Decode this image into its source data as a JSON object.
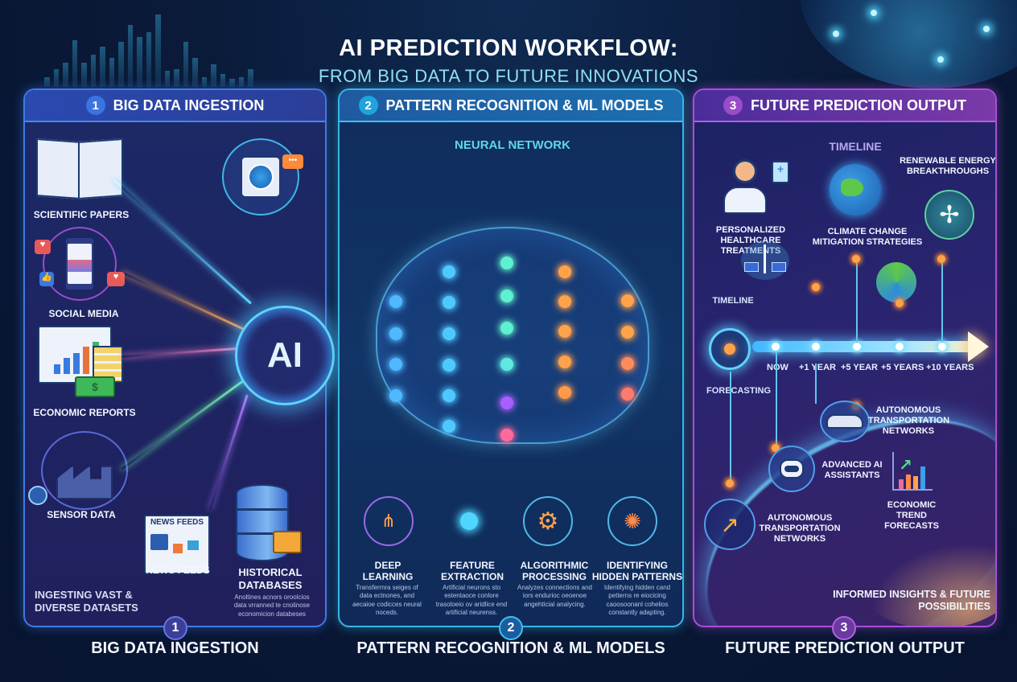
{
  "header": {
    "title": "AI PREDICTION WORKFLOW:",
    "subtitle": "FROM BIG DATA TO FUTURE INNOVATIONS"
  },
  "colors": {
    "background": "#0a1a38",
    "stage1_accent": "#3f7be0",
    "stage2_accent": "#38b6e8",
    "stage3_accent": "#a84fd6",
    "highlight_orange": "#ffa24a",
    "subtitle_cyan": "#8fe0f5"
  },
  "stages": [
    {
      "number": "1",
      "title": "BIG DATA INGESTION",
      "core_label": "AI",
      "sources": [
        {
          "label": "SCIENTIFIC PAPERS",
          "icon": "book-icon"
        },
        {
          "label": "SOCIAL MEDIA",
          "icon": "smartphone-icon"
        },
        {
          "label": "ECONOMIC REPORTS",
          "icon": "report-chart-icon"
        },
        {
          "label": "SENSOR DATA",
          "icon": "factory-sensor-icon"
        },
        {
          "label": "NEWS FEEDS",
          "icon": "newspaper-icon",
          "icon_text": "NEWS FEEDS"
        },
        {
          "label": "HISTORICAL DATABASES",
          "icon": "database-icon"
        }
      ],
      "web_icon": "browser-globe-icon",
      "historical_desc": "Anoltines acnors oroolcios data vrranned te cnolinose economicion databeses",
      "caption": "INGESTING VAST & DIVERSE DATASETS"
    },
    {
      "number": "2",
      "title": "PATTERN RECOGNITION & ML MODELS",
      "network_title": "NEURAL NETWORK",
      "methods": [
        {
          "title_line1": "DEEP",
          "title_line2": "LEARNING",
          "icon": "network-layers-icon",
          "desc": "Transfermra seiges of data ectnones, and aecaioe codicces neural noceds."
        },
        {
          "title_line1": "FEATURE",
          "title_line2": "EXTRACTION",
          "icon": "neuron-icon",
          "desc": "Artificial neurons sto estentaoce conlore trasoloeio ov aridlice end artificial neurenss."
        },
        {
          "title_line1": "ALGORITHMIC",
          "title_line2": "PROCESSING",
          "icon": "gear-icon",
          "desc": "Analyzes connections and iors endurioc oeoenoe angehticial analycing."
        },
        {
          "title_line1": "IDENTIFYING",
          "title_line2": "HIDDEN PATTERNS",
          "icon": "pattern-burst-icon",
          "desc": "Identifying hidden cand petterns re eiocicing caoosoonanl cohelios constantly adapting."
        }
      ]
    },
    {
      "number": "3",
      "title": "FUTURE PREDICTION OUTPUT",
      "timeline_title": "TIMELINE",
      "timeline_side_label": "TIMELINE",
      "forecasting_label": "FORECASTING",
      "timeline_marks": [
        "NOW",
        "+1 YEAR",
        "+5 YEAR",
        "+5 YEARS",
        "+10 YEARS"
      ],
      "predictions": [
        {
          "label": "PERSONALIZED HEALTHCARE TREATMENTS",
          "icon": "doctor-icon"
        },
        {
          "label": "CLIMATE CHANGE MITIGATION STRATEGIES",
          "icon": "earth-icon"
        },
        {
          "label": "RENEWABLE ENERGY BREAKTHROUGHS",
          "icon": "wind-turbine-icon"
        },
        {
          "label": "AUTONOMOUS TRANSPORTATION NETWORKS",
          "icon": "car-icon"
        },
        {
          "label": "ADVANCED AI ASSISTANTS",
          "icon": "robot-icon"
        },
        {
          "label": "AUTONOMOUS TRANSPORTATION NETWORKS",
          "icon": "growth-chart-icon"
        },
        {
          "label": "ECONOMIC TREND FORECASTS",
          "icon": "bar-chart-icon"
        }
      ],
      "caption": "INFORMED INSIGHTS & FUTURE POSSIBILITIES"
    }
  ]
}
